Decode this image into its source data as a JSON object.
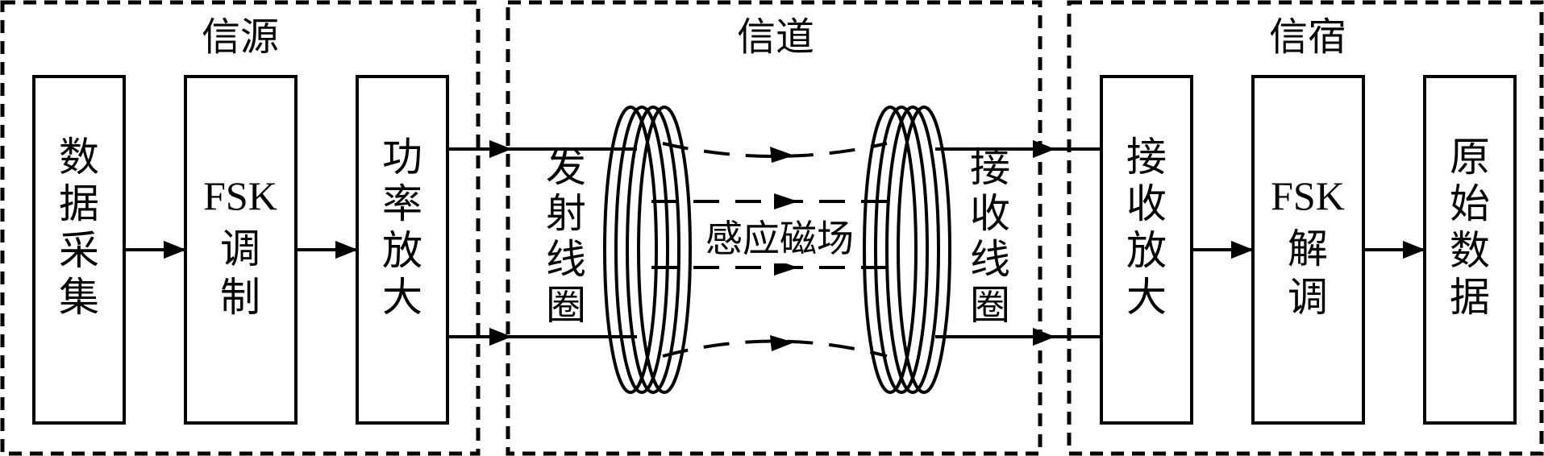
{
  "sections": {
    "source": {
      "title": "信源"
    },
    "channel": {
      "title": "信道"
    },
    "sink": {
      "title": "信宿"
    }
  },
  "blocks": {
    "data_collect": {
      "chars": [
        "数",
        "据",
        "采",
        "集"
      ]
    },
    "fsk_mod": {
      "top": "FSK",
      "chars": [
        "调",
        "制"
      ]
    },
    "power_amp": {
      "chars": [
        "功",
        "率",
        "放",
        "大"
      ]
    },
    "recv_amp": {
      "chars": [
        "接",
        "收",
        "放",
        "大"
      ]
    },
    "fsk_demod": {
      "top": "FSK",
      "chars": [
        "解",
        "调"
      ]
    },
    "raw_data": {
      "chars": [
        "原",
        "始",
        "数",
        "据"
      ]
    }
  },
  "coils": {
    "tx": {
      "chars": [
        "发",
        "射",
        "线",
        "圈"
      ]
    },
    "rx": {
      "chars": [
        "接",
        "收",
        "线",
        "圈"
      ]
    }
  },
  "field_label": "感应磁场"
}
